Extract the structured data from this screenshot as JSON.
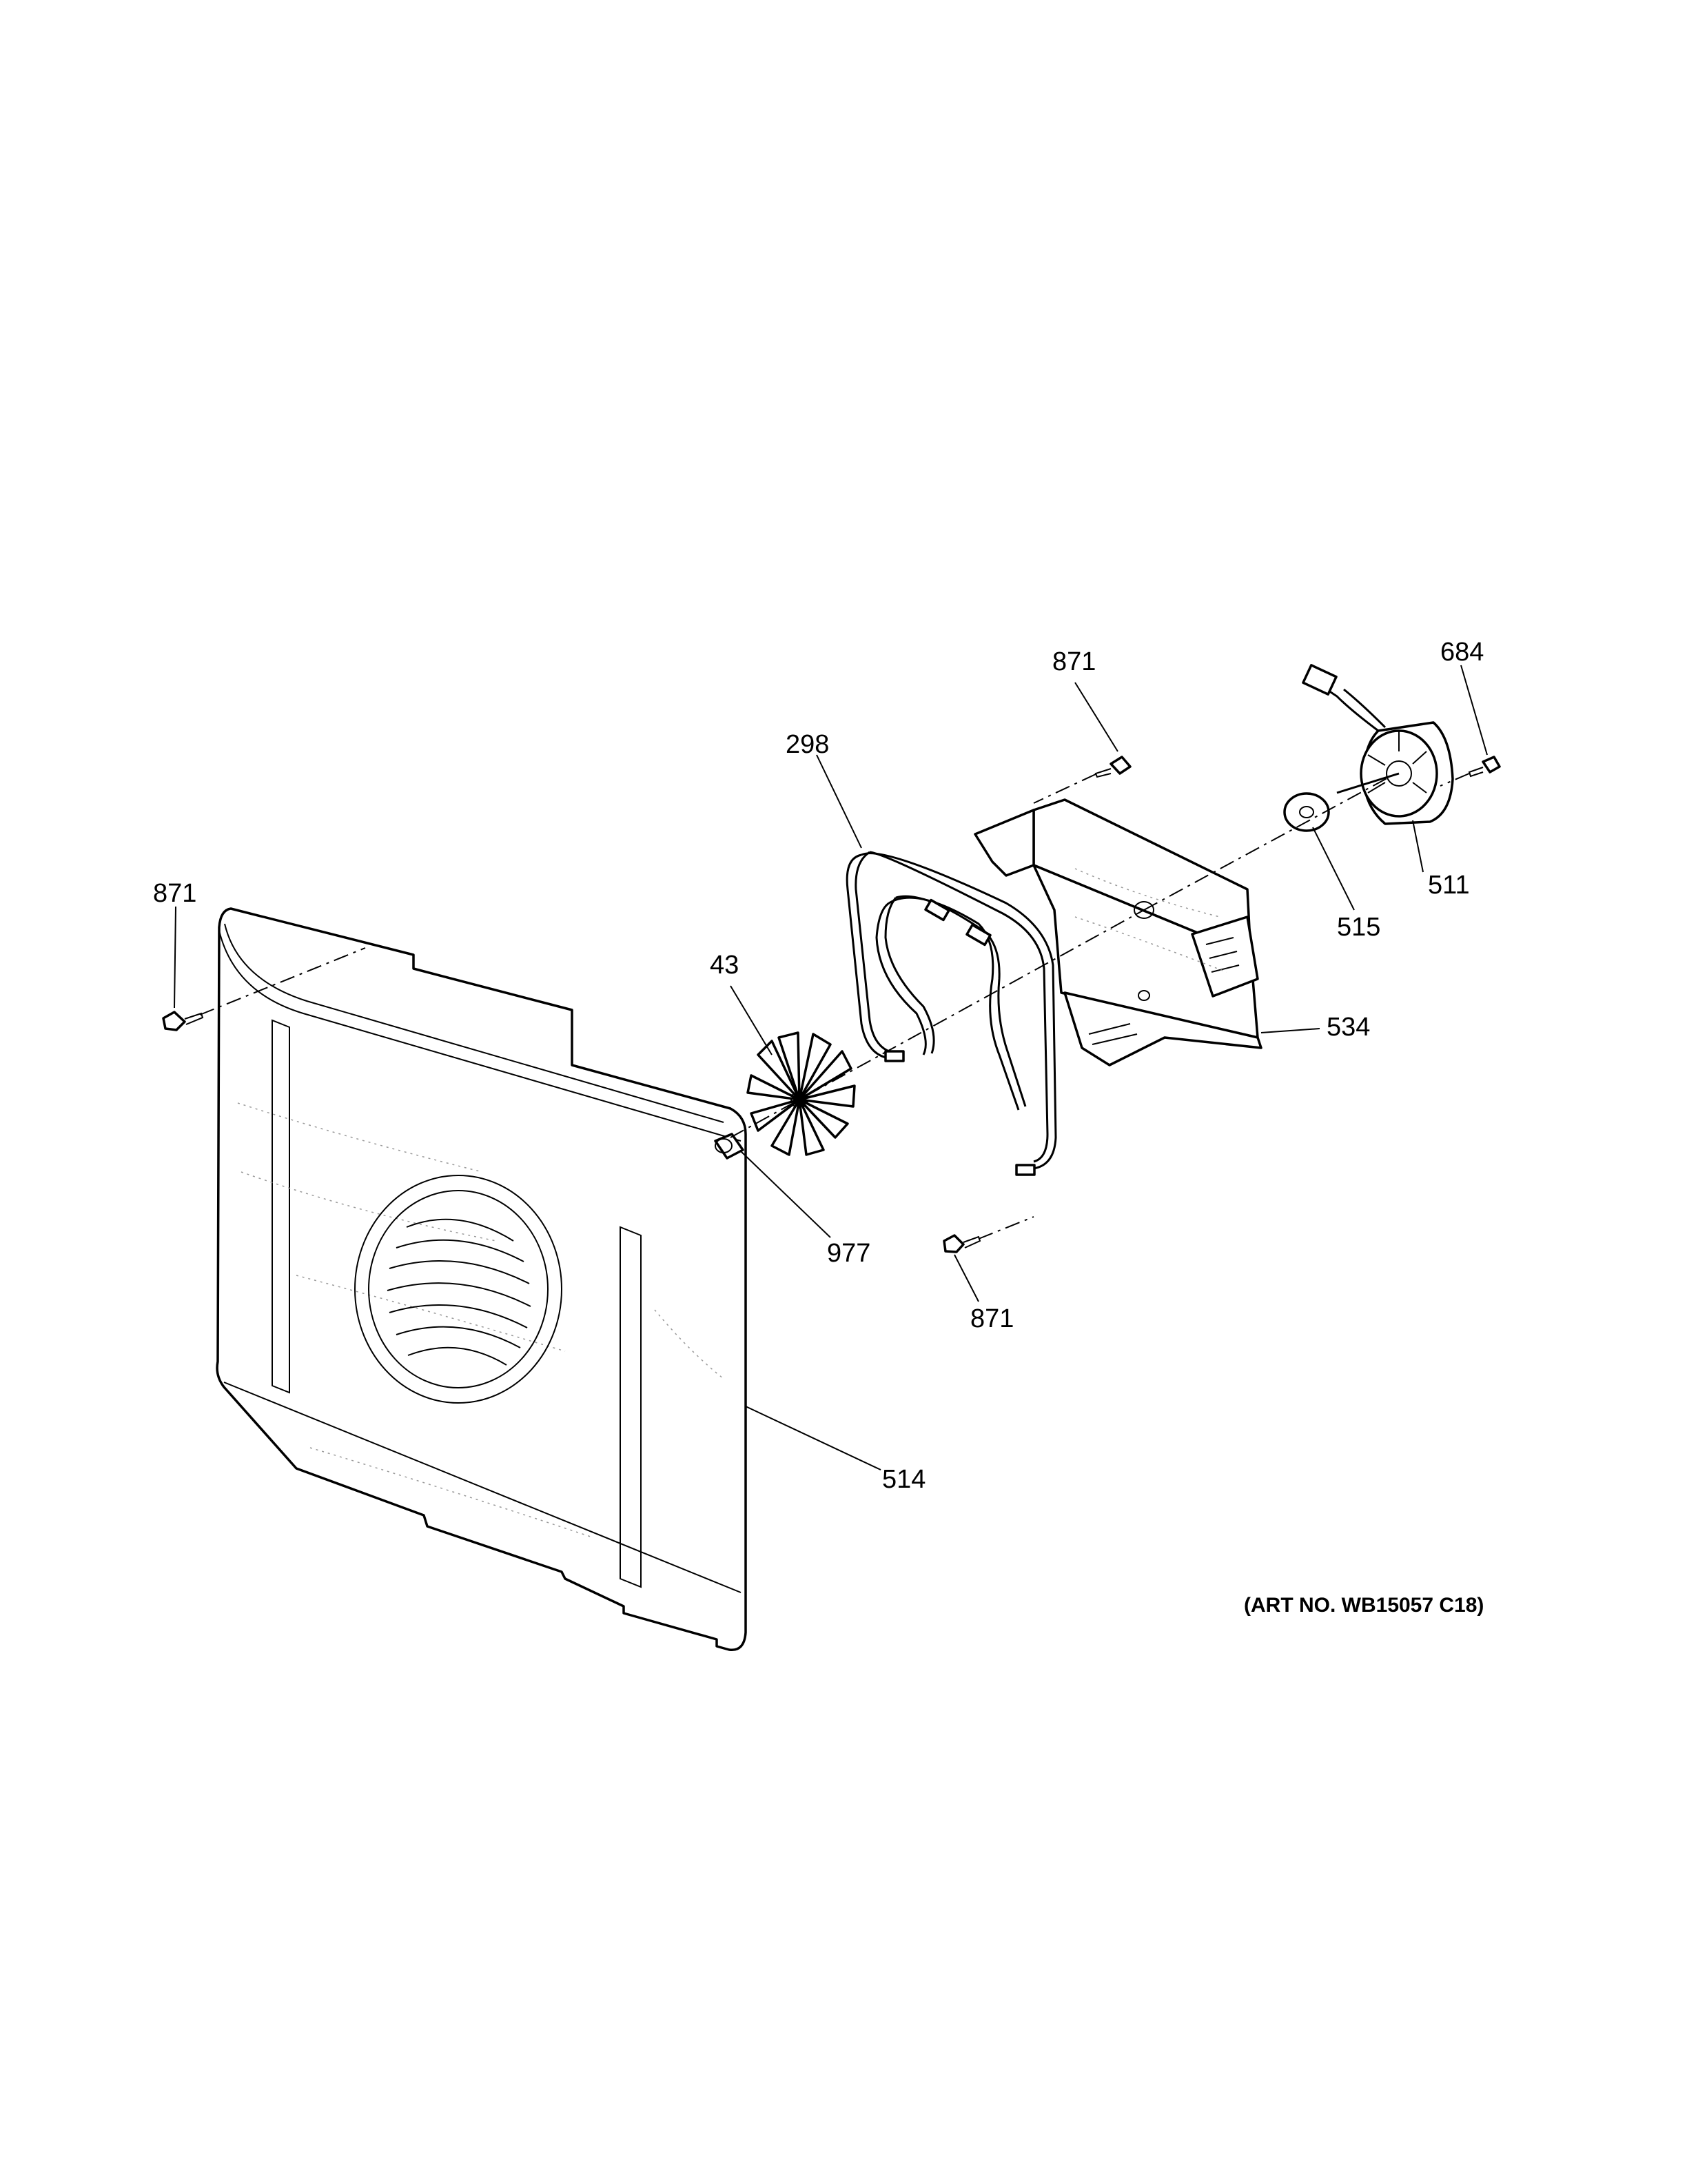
{
  "callouts": {
    "c871_top": "871",
    "c684": "684",
    "c298": "298",
    "c871_left": "871",
    "c511": "511",
    "c515": "515",
    "c43": "43",
    "c534": "534",
    "c977": "977",
    "c871_bottom": "871",
    "c514": "514"
  },
  "art_number": "(ART NO. WB15057 C18)"
}
